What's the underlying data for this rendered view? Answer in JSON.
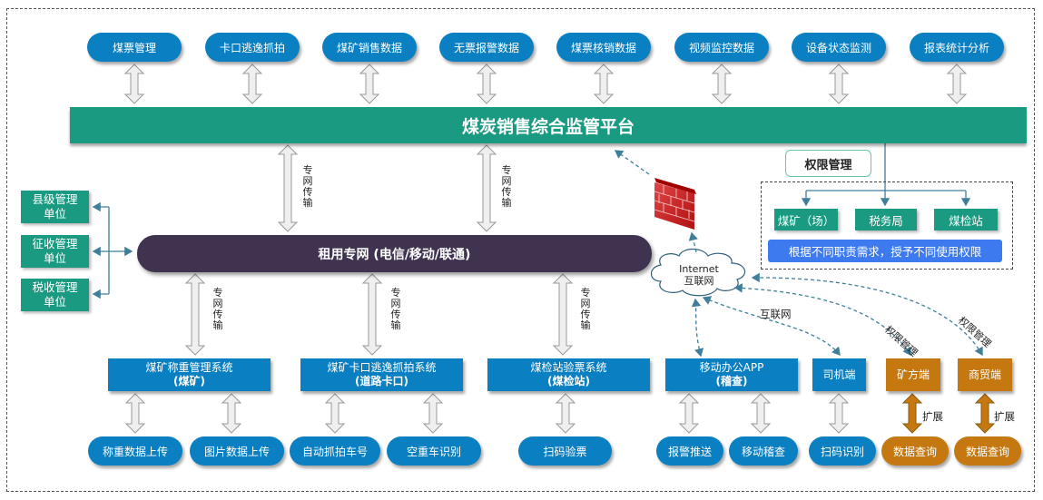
{
  "top_modules": [
    "煤票管理",
    "卡口逃逸抓拍",
    "煤矿销售数据",
    "无票报警数据",
    "煤票核销数据",
    "视频监控数据",
    "设备状态监测",
    "报表统计分析"
  ],
  "platform": {
    "title": "煤炭销售综合监管平台"
  },
  "network": {
    "title": "租用专网 (电信/移动/联通)"
  },
  "transfer_label": "专网传输",
  "management_units": [
    "县级管理\n单位",
    "征收管理\n单位",
    "税收管理\n单位"
  ],
  "management_units_lines": [
    [
      "县级管理",
      "单位"
    ],
    [
      "征收管理",
      "单位"
    ],
    [
      "税收管理",
      "单位"
    ]
  ],
  "permission": {
    "title": "权限管理",
    "items": [
      "煤矿（场）",
      "税务局",
      "煤检站"
    ],
    "note": "根据不同职责需求，授予不同使用权限"
  },
  "internet": {
    "line1": "Internet",
    "line2": "互联网"
  },
  "internet_link_label": "互联网",
  "permission_link_label": "权限管理",
  "extend_label": "扩展",
  "systems": [
    {
      "name": "煤矿称重管理系统",
      "sub": "(煤矿)"
    },
    {
      "name": "煤矿卡口逃逸抓拍系统",
      "sub": "(道路卡口)"
    },
    {
      "name": "煤检站验票系统",
      "sub": "(煤检站)"
    },
    {
      "name": "移动办公APP",
      "sub": "(稽查)"
    },
    {
      "name": "司机端",
      "sub": ""
    },
    {
      "name": "矿方端",
      "sub": ""
    },
    {
      "name": "商贸端",
      "sub": ""
    }
  ],
  "functions": [
    "称重数据上传",
    "图片数据上传",
    "自动抓拍车号",
    "空重车识别",
    "扫码验票",
    "报警推送",
    "移动稽查",
    "扫码识别",
    "数据查询",
    "数据查询"
  ],
  "colors": {
    "blue": "#0a7fc1",
    "green": "#1a9a80",
    "purple": "#3f3350",
    "orange": "#c5780f",
    "note_blue": "#3d7af0",
    "connector": "#3f7f99"
  }
}
